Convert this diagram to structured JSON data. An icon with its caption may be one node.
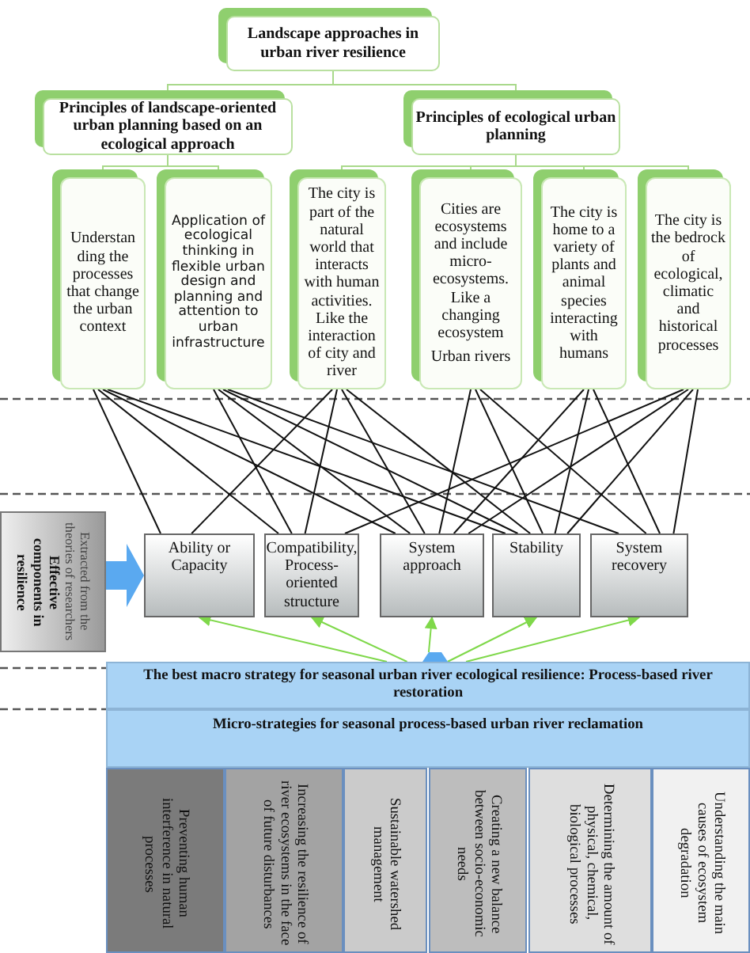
{
  "diagram": {
    "nodes": [
      {
        "text": [
          "Landscape approaches in urban river resilience"
        ]
      },
      {
        "text": [
          "Principles of landscape-oriented urban planning based on an ecological approach"
        ]
      },
      {
        "text": [
          "Principles of ecological urban planning"
        ]
      },
      {
        "text": [
          "Understan ding the processes that change the urban context"
        ]
      },
      {
        "text": [
          "Application of ecological thinking in flexible urban design and planning and attention to urban infrastructure"
        ]
      },
      {
        "text": [
          "The city is part of the natural world that interacts with human activities. Like the interaction of city and river"
        ]
      },
      {
        "text": [
          "Cities are ecosystems and include micro-ecosystems. Like a changing ecosystem",
          "Urban rivers"
        ]
      },
      {
        "text": [
          "The city is home to a variety of plants and animal species interacting with humans"
        ]
      },
      {
        "text": [
          "The city is the bedrock of ecological, climatic and historical processes"
        ]
      },
      {
        "text": [
          "Effective components in resilience",
          "Extracted from the theories of researchers"
        ]
      },
      {
        "text": [
          "Ability or Capacity"
        ]
      },
      {
        "text": [
          "Compatibility, Process-oriented structure"
        ]
      },
      {
        "text": [
          "System approach"
        ]
      },
      {
        "text": [
          "Stability"
        ]
      },
      {
        "text": [
          "System recovery"
        ]
      },
      {
        "text": [
          "The best macro strategy for seasonal urban river ecological resilience: Process-based river restoration"
        ]
      },
      {
        "text": [
          "Micro-strategies for seasonal process-based urban river reclamation"
        ]
      },
      {
        "text": [
          "Preventing human interference in natural processes"
        ]
      },
      {
        "text": [
          "Increasing the resilience of river ecosystems in the face of future disturbances"
        ]
      },
      {
        "text": [
          "Sustainable watershed management"
        ]
      },
      {
        "text": [
          "Creating a new balance between socio-economic needs"
        ]
      },
      {
        "text": [
          "Determining the amount of physical, chemical, biological processes"
        ]
      },
      {
        "text": [
          "Understanding the main causes of ecosystem degradation"
        ]
      }
    ],
    "edges": [
      {
        "from": 0,
        "to": 1,
        "arrow": "none",
        "color": "#a9d98b"
      },
      {
        "from": 0,
        "to": 2,
        "arrow": "none",
        "color": "#a9d98b"
      },
      {
        "from": 1,
        "to": 3,
        "arrow": "none",
        "color": "#a9d98b"
      },
      {
        "from": 1,
        "to": 4,
        "arrow": "none",
        "color": "#a9d98b"
      },
      {
        "from": 2,
        "to": 5,
        "arrow": "none",
        "color": "#a9d98b"
      },
      {
        "from": 2,
        "to": 6,
        "arrow": "none",
        "color": "#a9d98b"
      },
      {
        "from": 2,
        "to": 7,
        "arrow": "none",
        "color": "#a9d98b"
      },
      {
        "from": 2,
        "to": 8,
        "arrow": "none",
        "color": "#a9d98b"
      },
      {
        "from": 3,
        "to": 10,
        "arrow": "none"
      },
      {
        "from": 3,
        "to": 11,
        "arrow": "none"
      },
      {
        "from": 3,
        "to": 12,
        "arrow": "none"
      },
      {
        "from": 3,
        "to": 13,
        "arrow": "none"
      },
      {
        "from": 4,
        "to": 11,
        "arrow": "none"
      },
      {
        "from": 4,
        "to": 12,
        "arrow": "none"
      },
      {
        "from": 4,
        "to": 13,
        "arrow": "none"
      },
      {
        "from": 4,
        "to": 14,
        "arrow": "none"
      },
      {
        "from": 5,
        "to": 10,
        "arrow": "none"
      },
      {
        "from": 5,
        "to": 11,
        "arrow": "none"
      },
      {
        "from": 5,
        "to": 12,
        "arrow": "none"
      },
      {
        "from": 5,
        "to": 13,
        "arrow": "none"
      },
      {
        "from": 6,
        "to": 12,
        "arrow": "none"
      },
      {
        "from": 6,
        "to": 13,
        "arrow": "none"
      },
      {
        "from": 6,
        "to": 14,
        "arrow": "none"
      },
      {
        "from": 7,
        "to": 12,
        "arrow": "none"
      },
      {
        "from": 7,
        "to": 13,
        "arrow": "none"
      },
      {
        "from": 7,
        "to": 14,
        "arrow": "none"
      },
      {
        "from": 8,
        "to": 11,
        "arrow": "none"
      },
      {
        "from": 8,
        "to": 12,
        "arrow": "none"
      },
      {
        "from": 8,
        "to": 13,
        "arrow": "none"
      },
      {
        "from": 8,
        "to": 14,
        "arrow": "none"
      },
      {
        "from": 9,
        "to": 10,
        "arrow": "to",
        "style": "thick",
        "color": "#5aa9f0"
      },
      {
        "from": 15,
        "to": 10,
        "arrow": "to",
        "color": "#7fd84a"
      },
      {
        "from": 15,
        "to": 11,
        "arrow": "to",
        "color": "#7fd84a"
      },
      {
        "from": 15,
        "to": 12,
        "arrow": "to",
        "color": "#7fd84a"
      },
      {
        "from": 15,
        "to": 13,
        "arrow": "to",
        "color": "#7fd84a"
      },
      {
        "from": 15,
        "to": 14,
        "arrow": "to",
        "color": "#7fd84a"
      }
    ]
  }
}
